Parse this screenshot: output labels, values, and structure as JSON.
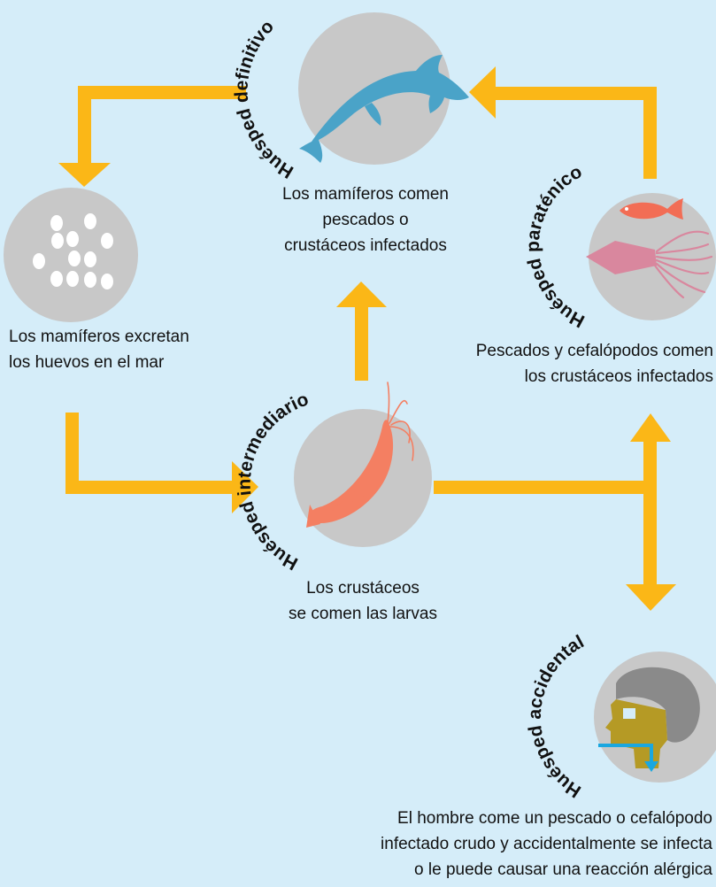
{
  "hosts": {
    "definitivo": {
      "label": "Huésped definitivo",
      "caption": [
        "Los mamíferos comen",
        "pescados o",
        "crustáceos infectados"
      ]
    },
    "intermediario": {
      "label": "Huésped intermediario",
      "caption": [
        "Los crustáceos",
        "se comen las larvas"
      ]
    },
    "paratenico": {
      "label": "Huésped paraténico",
      "caption": [
        "Pescados y cefalópodos comen",
        "los crustáceos infectados"
      ]
    },
    "accidental": {
      "label": "Huésped accidental",
      "caption": [
        "El hombre come un pescado o cefalópodo",
        "infectado crudo y accidentalmente se infecta",
        "o le puede causar una reacción alérgica"
      ]
    }
  },
  "eggs": {
    "caption": [
      "Los mamíferos excretan",
      "los huevos en el mar"
    ]
  },
  "colors": {
    "background": "#d5edf9",
    "arrow": "#fbb717",
    "circle": "#c8c8c8",
    "dolphin": "#4aa3c8",
    "shrimp": "#f47f62",
    "fish": "#f26d55",
    "squid": "#d9879e",
    "human": "#b59a25",
    "hair": "#8a8a8a",
    "flow": "#1aa7e0"
  }
}
